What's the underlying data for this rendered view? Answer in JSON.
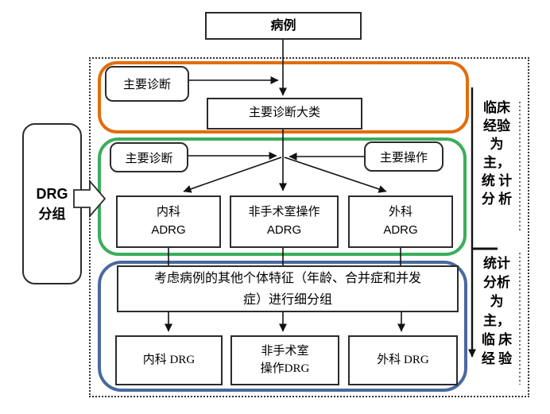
{
  "case_box": {
    "label": "病例"
  },
  "left_panel": {
    "line1": "DRG",
    "line2": "分组"
  },
  "orange_stage": {
    "border_color": "#E36C0A",
    "main_diagnosis": "主要诊断",
    "major_diagnostic_category": "主要诊断大类"
  },
  "green_stage": {
    "border_color": "#3BAE5B",
    "main_diagnosis": "主要诊断",
    "main_operation": "主要操作",
    "adrg_boxes": [
      {
        "line1": "内科",
        "line2": "ADRG"
      },
      {
        "line1": "非手术室操作",
        "line2": "ADRG"
      },
      {
        "line1": "外科",
        "line2": "ADRG"
      }
    ]
  },
  "blue_stage": {
    "border_color": "#49699E",
    "subdivision_line1": "考虑病例的其他个体特征（年龄、合并症和并发",
    "subdivision_line2": "症）进行细分组",
    "drg_boxes": [
      {
        "line1": "内科 DRG",
        "line2": ""
      },
      {
        "line1": "非手术室",
        "line2": "操作DRG"
      },
      {
        "line1": "外科 DRG",
        "line2": ""
      }
    ]
  },
  "right_annotations": {
    "top_lines": "临床\n经验\n为\n主，\n统 计\n分 析",
    "bottom_lines": "统计\n分析\n为\n主，\n临 床\n经 验"
  }
}
